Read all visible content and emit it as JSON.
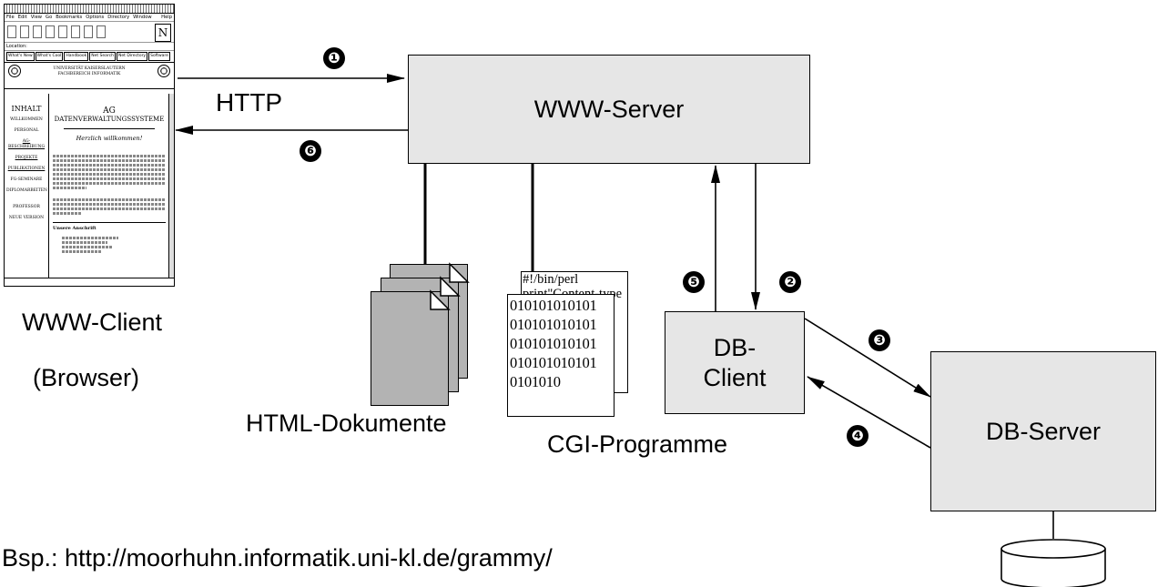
{
  "labels": {
    "http": "HTTP",
    "www_server": "WWW-Server",
    "www_client": "WWW-Client",
    "browser": "(Browser)",
    "html_docs": "HTML-Dokumente",
    "cgi_programs": "CGI-Programme",
    "db_client": "DB-\nClient",
    "db_server": "DB-Server",
    "example_url": "Bsp.: http://moorhuhn.informatik.uni-kl.de/grammy/"
  },
  "steps": [
    "❶",
    "❷",
    "❸",
    "❹",
    "❺",
    "❻"
  ],
  "cgi_page": {
    "line1": "#!/bin/perl",
    "line2": "print\"Content-type",
    "bits": "010101010101\n010101010101\n010101010101\n010101010101\n0101010"
  },
  "browser_thumb": {
    "menu": [
      "File",
      "Edit",
      "View",
      "Go",
      "Bookmarks",
      "Options",
      "Directory",
      "Window",
      "Help"
    ],
    "location_label": "Location:",
    "buttons": [
      "What's New",
      "What's Cool",
      "Handbook",
      "Net Search",
      "Net Directory",
      "Software"
    ],
    "logo_letter": "N",
    "header_line1": "UNIVERSITÄT KAISERSLAUTERN",
    "header_line2": "FACHBEREICH INFORMATIK",
    "sidebar": [
      "INHALT",
      "WILLKOMMEN",
      "PERSONAL",
      "AG-BESCHREIBUNG",
      "PROJEKTE",
      "PUBLIKATIONEN",
      "FG-SEMINARE",
      "DIPLOMARBEITEN",
      "PROFESSOR",
      "NEUE VERSION"
    ],
    "main_title_1": "AG",
    "main_title_2": "DATENVERWALTUNGSSYSTEME",
    "welcome": "Herzlich willkommen!",
    "section": "Unsere Anschrift"
  },
  "colors": {
    "box_fill": "#e6e6e6",
    "doc_fill": "#b3b3b3",
    "line": "#000000"
  }
}
